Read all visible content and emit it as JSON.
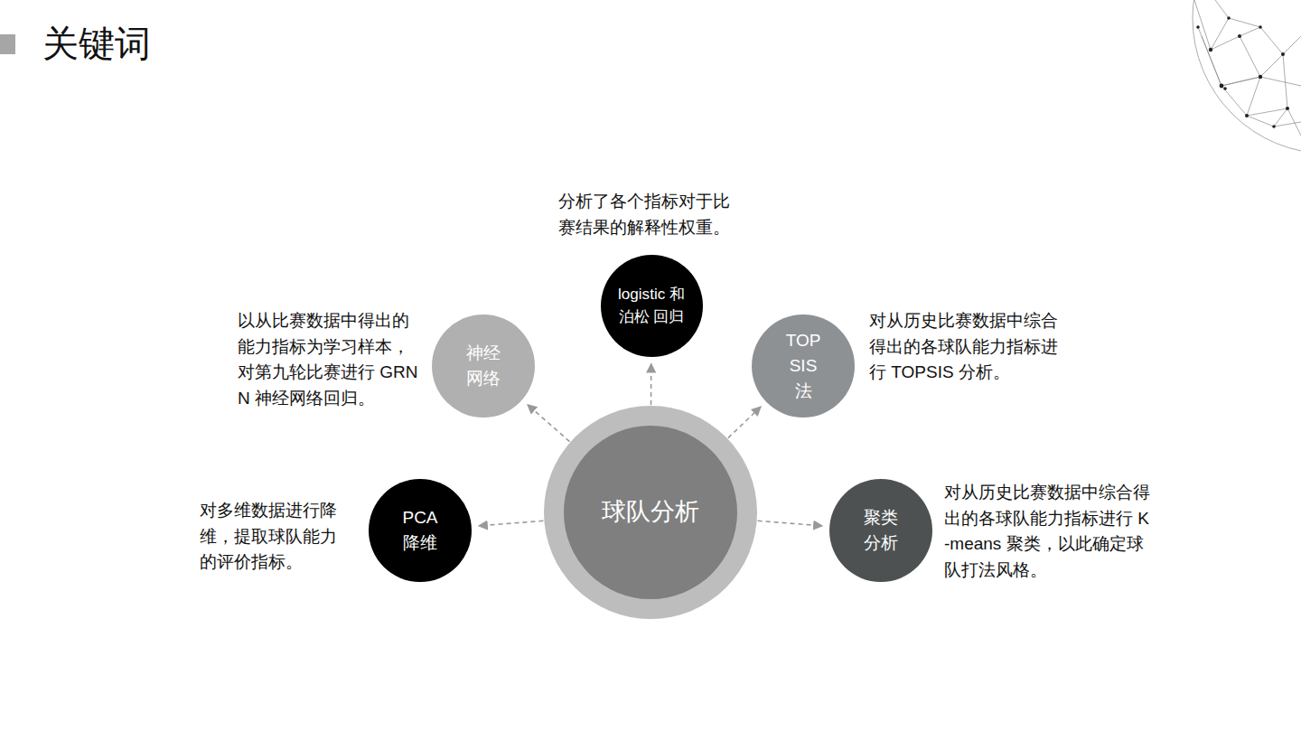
{
  "diagram": {
    "title": "关键词",
    "nodes": [
      {
        "text": [
          "logistic 和泊松 回归"
        ]
      },
      {
        "text": [
          "神经 网络"
        ]
      },
      {
        "text": [
          "TOP SIS 法"
        ]
      },
      {
        "text": [
          "球队分析"
        ]
      },
      {
        "text": [
          "PCA 降维"
        ]
      },
      {
        "text": [
          "聚类 分析"
        ]
      }
    ],
    "edges": [
      {
        "from": 3,
        "to": 0,
        "arrow": "to"
      },
      {
        "from": 3,
        "to": 1,
        "arrow": "to"
      },
      {
        "from": 3,
        "to": 2,
        "arrow": "to"
      },
      {
        "from": 3,
        "to": 4,
        "arrow": "to"
      },
      {
        "from": 3,
        "to": 5,
        "arrow": "to"
      }
    ],
    "labels": [
      "分析了各个指标对于比赛结果的解释性权重。",
      "以从比赛数据中得出的能力指标为学习样本，对第九轮比赛进行 GRNN 神经网络回归。",
      "对从历史比赛数据中综合得出的各球队能力指标进行 TOPSIS 分析。",
      "对多维数据进行降维，提取球队能力的评价指标。",
      "对从历史比赛数据中综合得出的各球队能力指标进行 K-means 聚类，以此确定球队打法风格。"
    ]
  }
}
